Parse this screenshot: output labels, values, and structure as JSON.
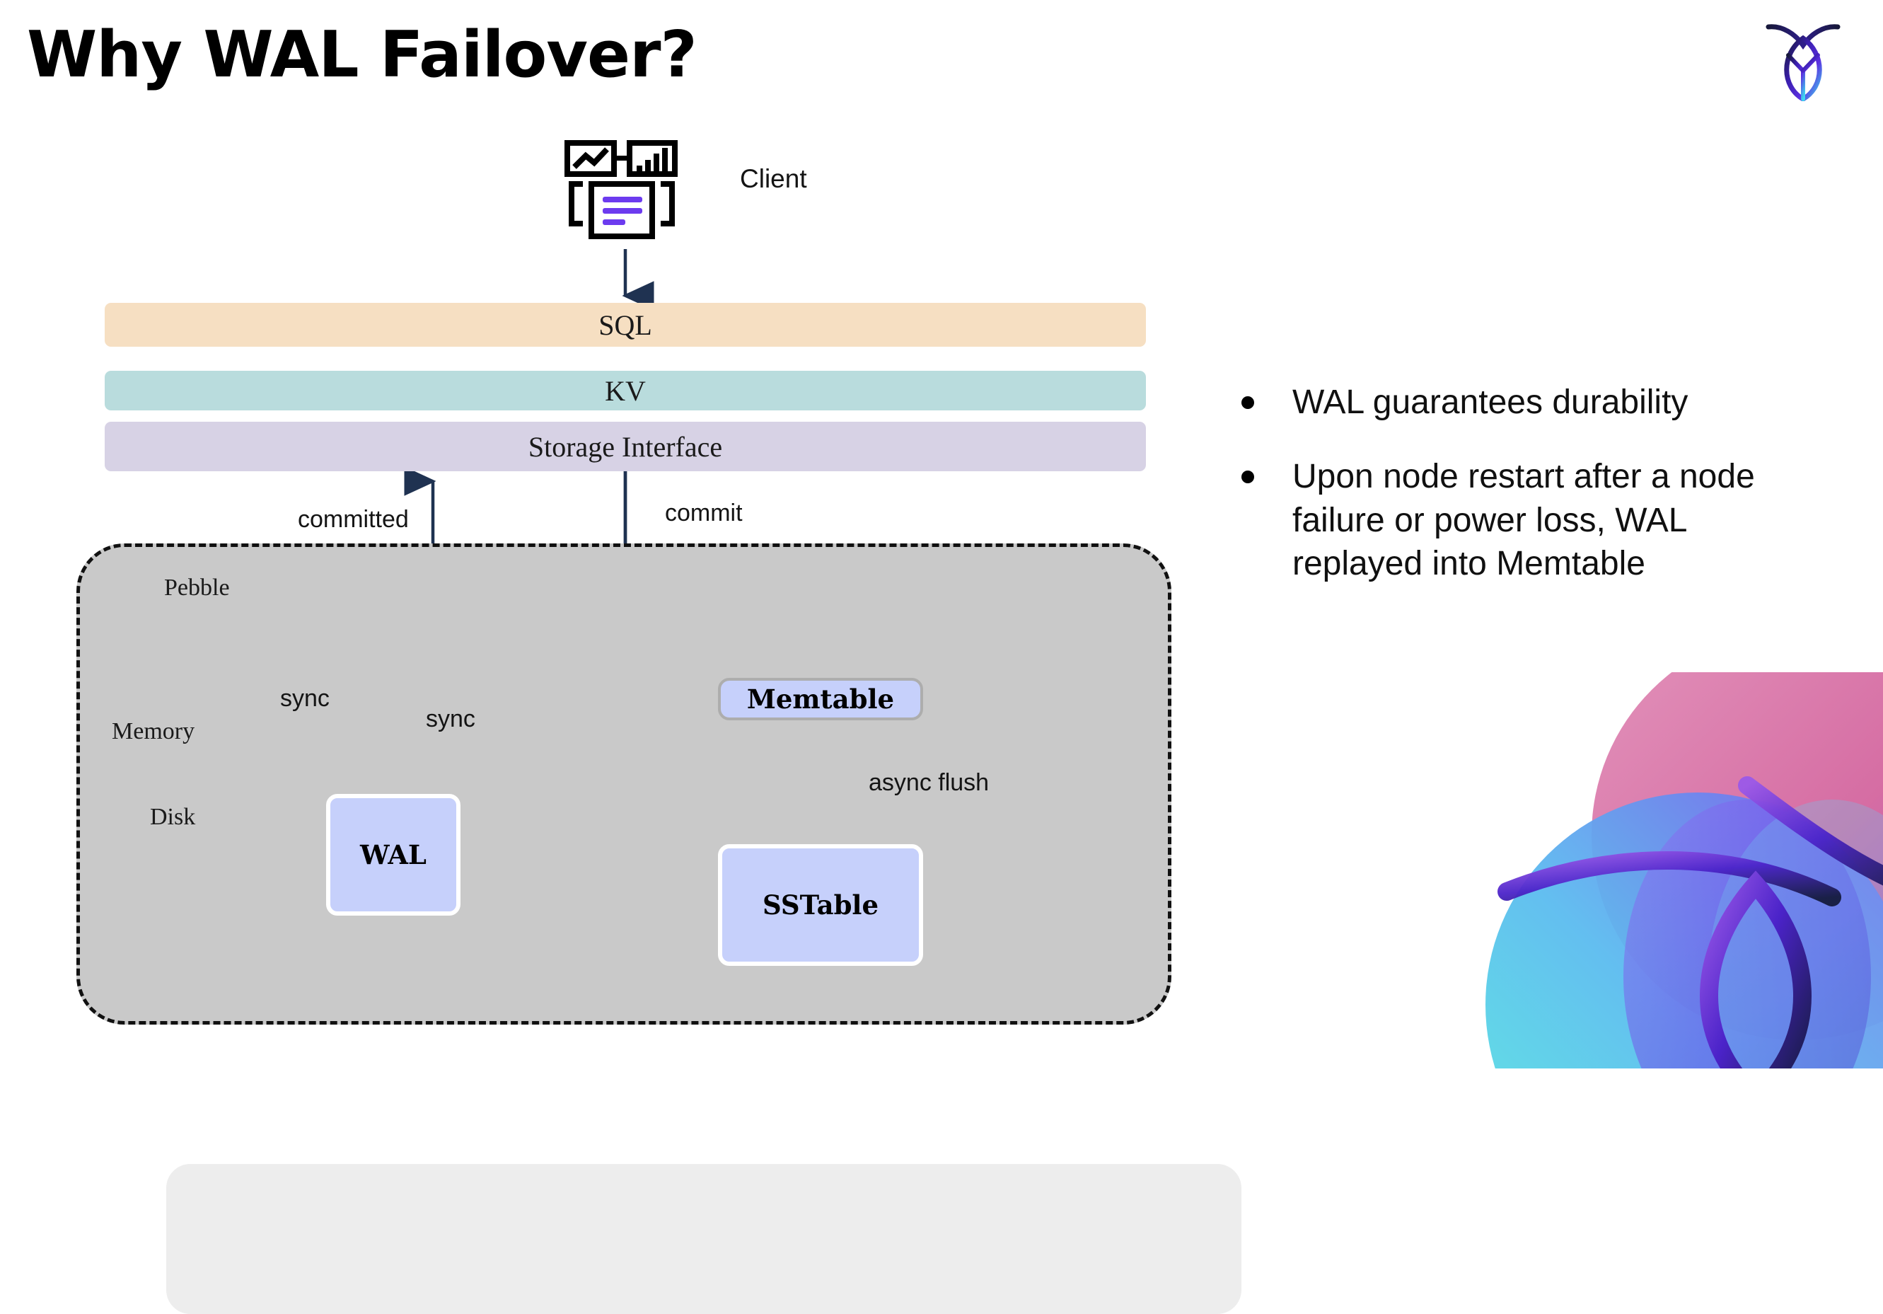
{
  "slide": {
    "title": "Why WAL Failover?",
    "brand_logo_name": "cockroachdb-logo",
    "accent_colors": {
      "sql_bar": "#F6DFC2",
      "kv_bar": "#B9DCDD",
      "storage_bar": "#D7D2E5",
      "node_fill": "#C6D0FB",
      "pebble_fill": "#C9C9C9",
      "memory_fill": "#EDEDED",
      "arrow": "#1F3251",
      "client_accent": "#6C3BEF"
    }
  },
  "diagram": {
    "client": {
      "label": "Client",
      "icon": "client-dashboard-icon"
    },
    "layers": [
      {
        "id": "sql",
        "label": "SQL"
      },
      {
        "id": "kv",
        "label": "KV"
      },
      {
        "id": "storage",
        "label": "Storage Interface"
      }
    ],
    "container": {
      "label": "Pebble",
      "zones": [
        {
          "id": "memory",
          "label": "Memory"
        },
        {
          "id": "disk",
          "label": "Disk"
        }
      ]
    },
    "nodes": [
      {
        "id": "memtable",
        "label": "Memtable"
      },
      {
        "id": "wal",
        "label": "WAL"
      },
      {
        "id": "sstable",
        "label": "SSTable"
      }
    ],
    "edges": [
      {
        "id": "client-to-sql",
        "label": ""
      },
      {
        "id": "commit",
        "label": "commit",
        "from": "storage",
        "to": "memtable"
      },
      {
        "id": "committed",
        "label": "committed",
        "from": "wal",
        "to": "storage"
      },
      {
        "id": "sync-a",
        "label": "sync",
        "from": "wal",
        "to": "storage"
      },
      {
        "id": "sync-b",
        "label": "sync",
        "from": "storage",
        "to": "wal"
      },
      {
        "id": "async-flush",
        "label": "async flush",
        "from": "memtable",
        "to": "sstable"
      }
    ]
  },
  "bullets": [
    "WAL guarantees durability",
    "Upon node restart after a node failure or power loss, WAL replayed into Memtable"
  ]
}
